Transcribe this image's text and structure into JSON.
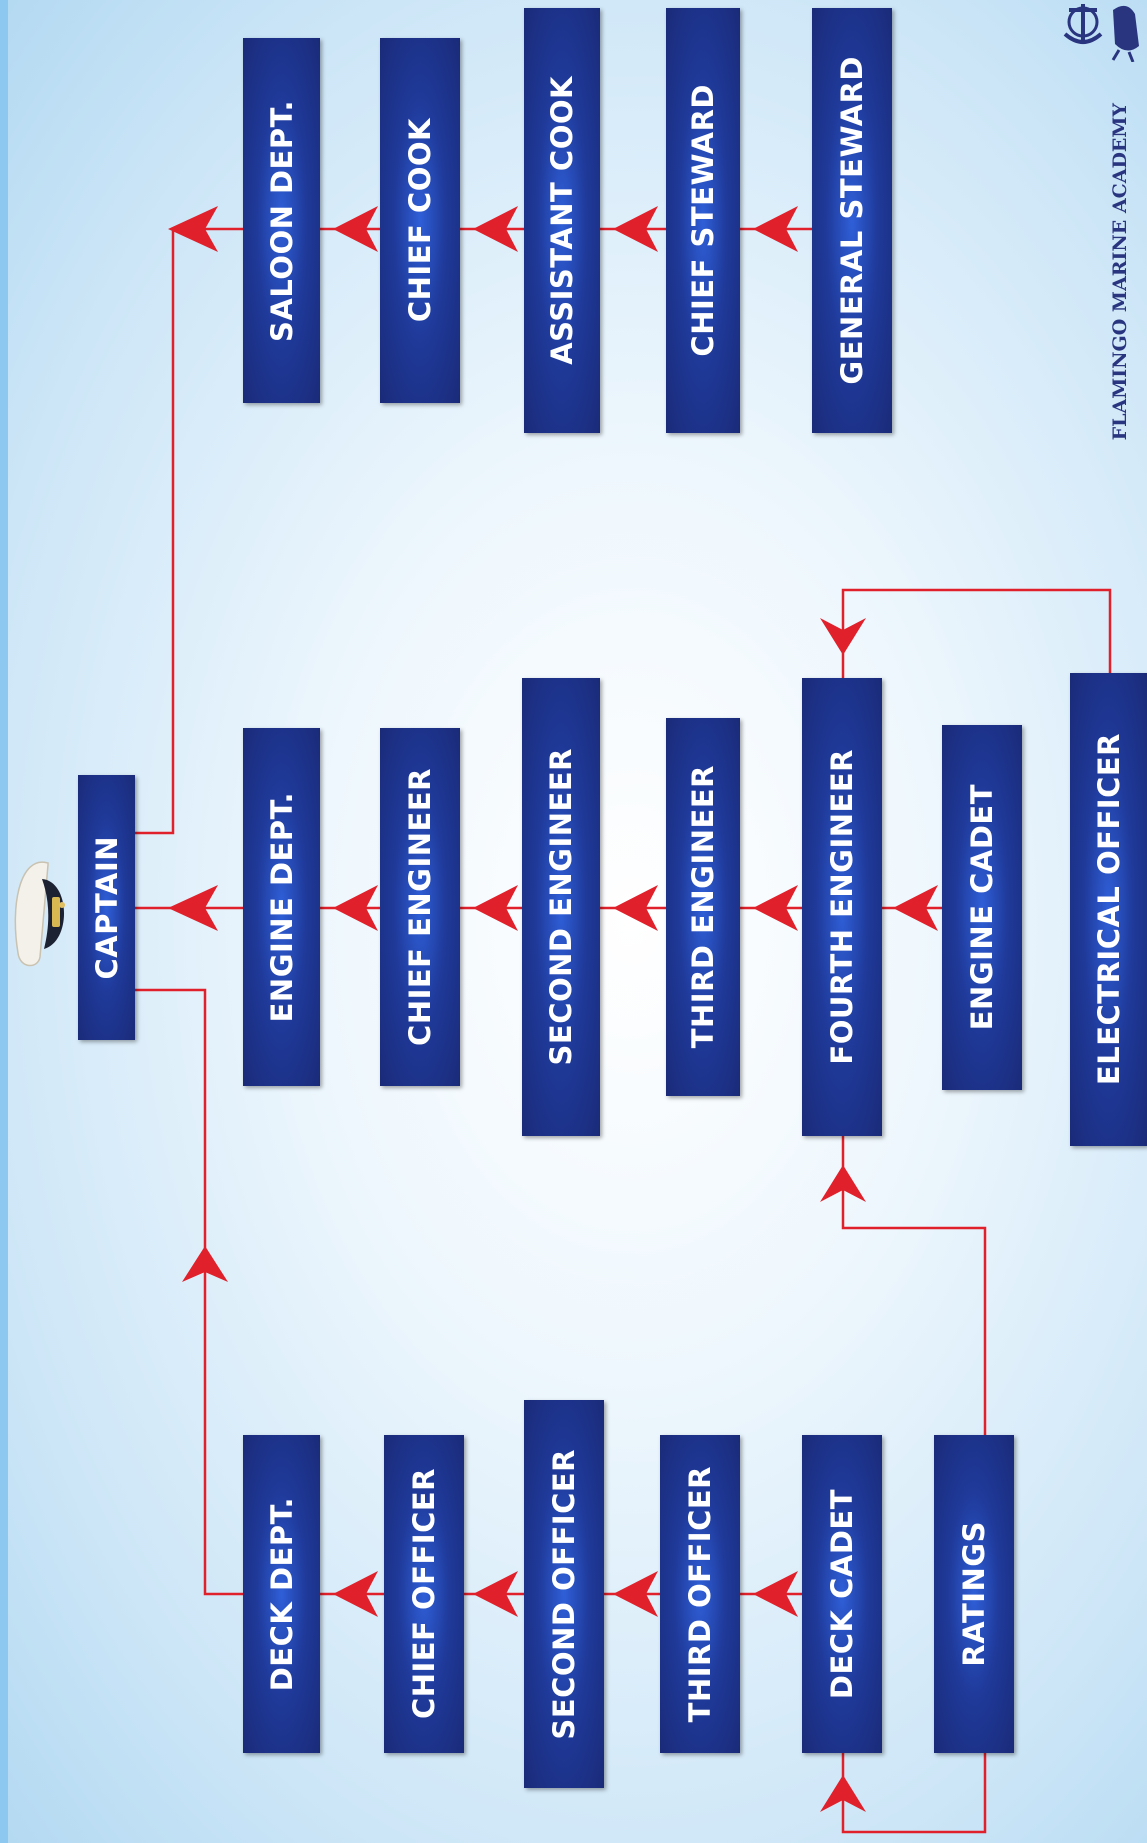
{
  "academy": {
    "name": "FLAMINGO MARINE ACADEMY"
  },
  "captain": "CAPTAIN",
  "saloon": [
    "SALOON DEPT.",
    "CHIEF COOK",
    "ASSISTANT COOK",
    "CHIEF STEWARD",
    "GENERAL STEWARD"
  ],
  "engine": [
    "ENGINE DEPT.",
    "CHIEF ENGINEER",
    "SECOND ENGINEER",
    "THIRD ENGINEER",
    "FOURTH ENGINEER",
    "ENGINE CADET",
    "ELECTRICAL OFFICER"
  ],
  "deck": [
    "DECK DEPT.",
    "CHIEF OFFICER",
    "SECOND OFFICER",
    "THIRD OFFICER",
    "DECK CADET",
    "RATINGS"
  ],
  "colors": {
    "box": "#1f3a9a",
    "connector": "#e0202a",
    "label": "#ffffff"
  }
}
